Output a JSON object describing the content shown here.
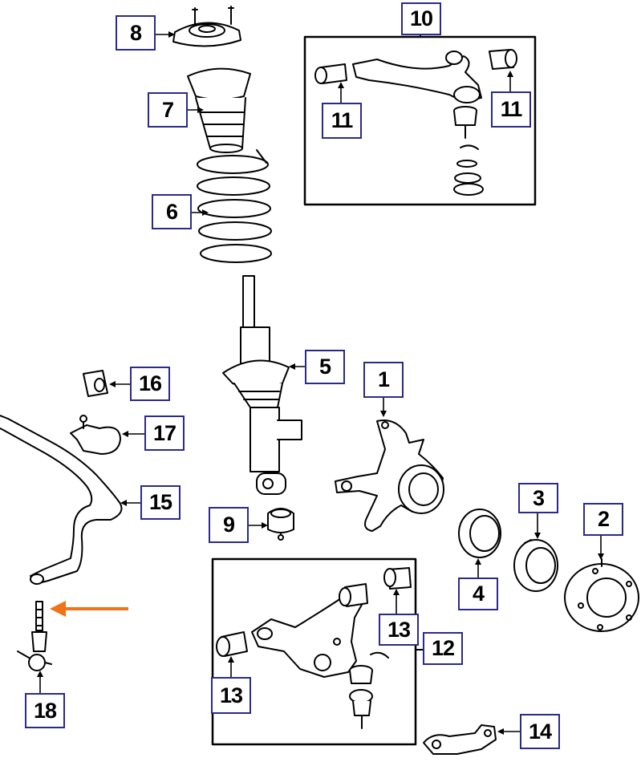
{
  "callouts": {
    "c1": "1",
    "c2": "2",
    "c3": "3",
    "c4": "4",
    "c5": "5",
    "c6": "6",
    "c7": "7",
    "c8": "8",
    "c9": "9",
    "c10": "10",
    "c11_left": "11",
    "c11_right": "11",
    "c12": "12",
    "c13_left": "13",
    "c13_right": "13",
    "c14": "14",
    "c15": "15",
    "c16": "16",
    "c17": "17",
    "c18": "18"
  },
  "colors": {
    "line": "#000000",
    "callout_border": "#2a2a8a",
    "highlight_arrow": "#f07318",
    "background": "#ffffff"
  }
}
